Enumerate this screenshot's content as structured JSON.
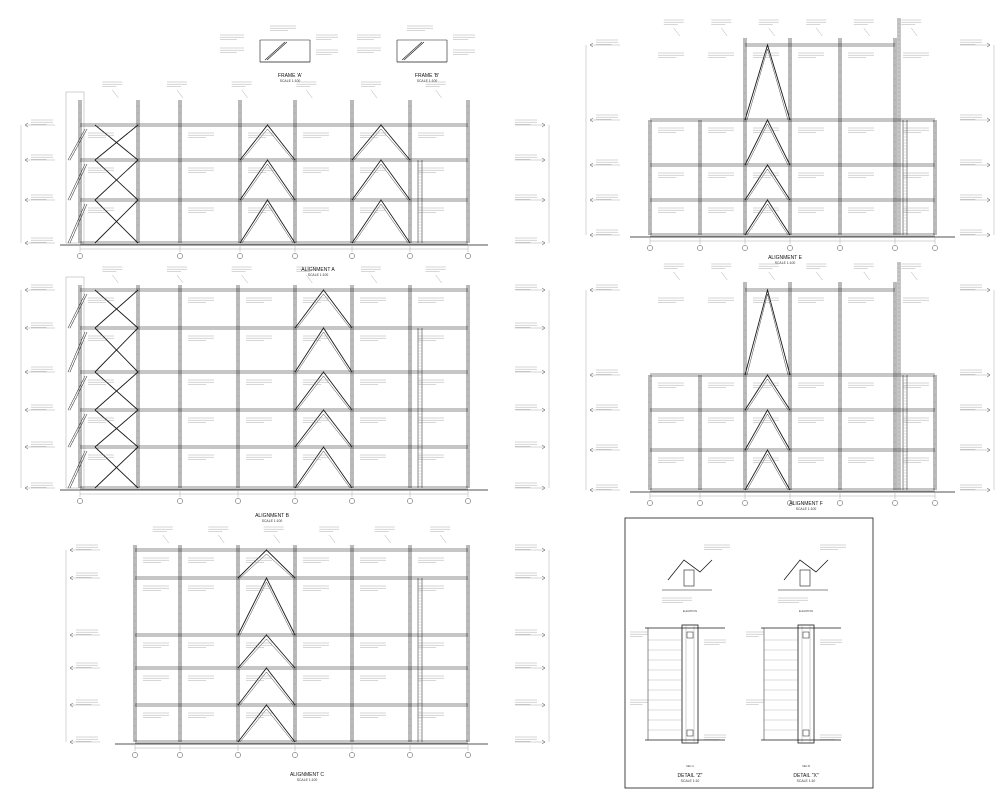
{
  "drawing": {
    "views": [
      {
        "key": "a",
        "title": "ALIGNMENT A",
        "scale": "SCALE 1:100",
        "variant": "stair",
        "bracing": [
          2,
          4
        ],
        "lines": [
          80,
          180,
          240,
          295,
          352,
          410,
          468
        ],
        "tierFrom": 80
      },
      {
        "key": "b",
        "title": "ALIGNMENT B",
        "scale": "SCALE 1:100",
        "variant": "stair",
        "bracing": [
          3
        ],
        "lines": [
          80,
          180,
          238,
          295,
          352,
          410,
          468
        ],
        "tierFrom": 80
      },
      {
        "key": "c",
        "title": "ALIGNMENT C",
        "scale": "SCALE 1:100",
        "variant": "plain",
        "bracing": [
          2
        ],
        "lines": [
          135,
          180,
          238,
          295,
          352,
          410,
          468
        ],
        "tierFrom": 135
      },
      {
        "key": "e",
        "title": "ALIGNMENT E",
        "scale": "SCALE 1:100",
        "variant": "tower",
        "bracing": [
          2
        ],
        "lines": [
          650,
          700,
          745,
          790,
          840,
          895,
          935
        ],
        "tierFrom": 650
      },
      {
        "key": "f",
        "title": "ALIGNMENT F",
        "scale": "SCALE 1:100",
        "variant": "tower",
        "bracing": [
          2
        ],
        "lines": [
          650,
          700,
          745,
          790,
          840,
          895,
          935
        ],
        "tierFrom": 650
      }
    ],
    "frames": [
      {
        "title": "FRAME 'A'",
        "scale": "SCALE 1:100"
      },
      {
        "title": "FRAME 'B'",
        "scale": "SCALE 1:100"
      }
    ],
    "details": [
      {
        "title": "DETAIL \"Z\"",
        "scale": "SCALE 1:10",
        "elev": "ELEVATION",
        "sect": "SEC.A"
      },
      {
        "title": "DETAIL \"X\"",
        "scale": "SCALE 1:10",
        "elev": "ELEVATION",
        "sect": "SEC.B"
      }
    ],
    "colors": {
      "line": "#1a1a1a",
      "light": "#8a8a8a",
      "paper": "#ffffff"
    }
  }
}
